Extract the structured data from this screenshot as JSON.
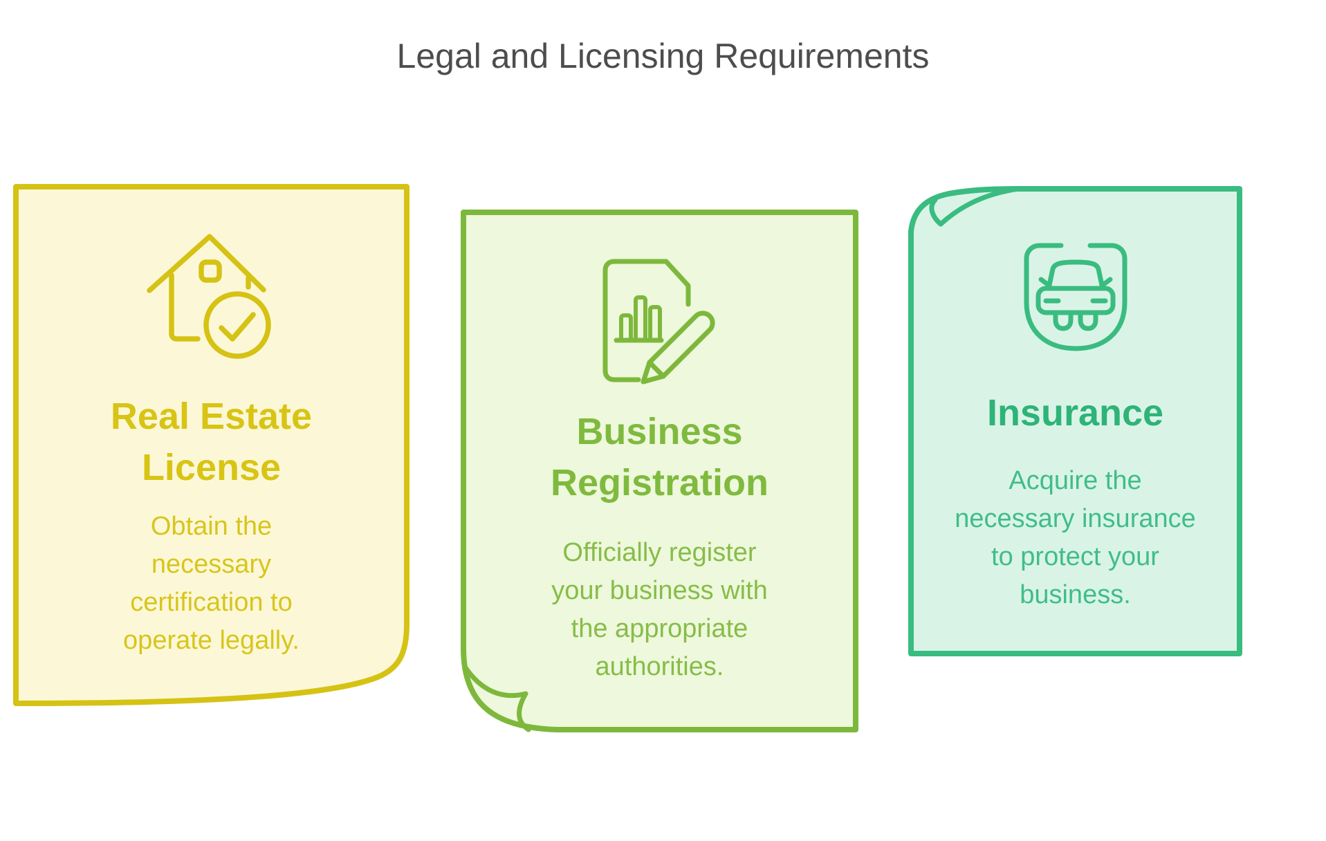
{
  "page": {
    "title": "Legal and Licensing Requirements",
    "title_color": "#4d4d4d",
    "background": "#ffffff"
  },
  "cards": [
    {
      "title": "Real Estate License",
      "body": "Obtain the necessary certification to operate legally.",
      "icon": "house-check-icon",
      "curl": "bottom-right",
      "accent": "#d5c214",
      "background": "#fcf8d7",
      "title_color": "#d8c414",
      "text_color": "#d8c51d"
    },
    {
      "title": "Business Registration",
      "body": "Officially register your business with the appropriate authorities.",
      "icon": "document-chart-pencil-icon",
      "curl": "bottom-left",
      "accent": "#7db83c",
      "background": "#eef8dc",
      "title_color": "#7fba3e",
      "text_color": "#86bd48"
    },
    {
      "title": "Insurance",
      "body": "Acquire the necessary insurance to protect your business.",
      "icon": "car-shield-icon",
      "curl": "top-left",
      "accent": "#3abc80",
      "background": "#d9f4e7",
      "title_color": "#2eb378",
      "text_color": "#41bd88"
    }
  ]
}
